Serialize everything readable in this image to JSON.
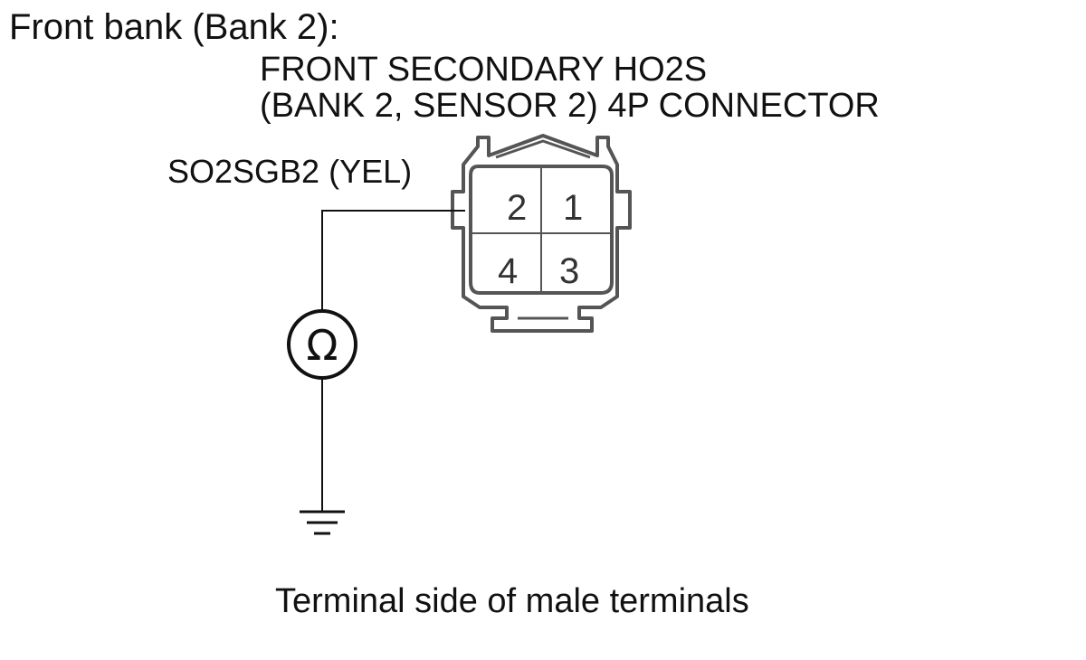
{
  "section_title": "Front bank (Bank 2):",
  "connector": {
    "title_line1": "FRONT SECONDARY HO2S",
    "title_line2": "(BANK 2, SENSOR 2) 4P CONNECTOR",
    "pins": {
      "p1": "1",
      "p2": "2",
      "p3": "3",
      "p4": "4"
    }
  },
  "wire": {
    "label": "SO2SGB2 (YEL)"
  },
  "meter": {
    "symbol": "Ω"
  },
  "ground": {
    "icon": "ground-icon"
  },
  "footer": {
    "caption": "Terminal side of male terminals"
  }
}
